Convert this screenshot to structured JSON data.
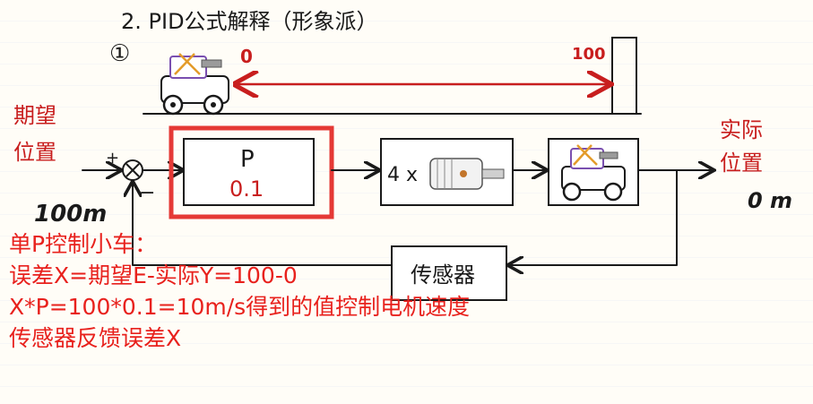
{
  "title": "2. PID公式解释（形象派）",
  "step_marker": "①",
  "track": {
    "start_label": "0",
    "end_label": "100"
  },
  "inputs": {
    "desired_label_line1": "期望",
    "desired_label_line2": "位置",
    "setpoint_value": "100m",
    "plus": "+",
    "minus": "−"
  },
  "blocks": {
    "p_block": {
      "name": "P",
      "value": "0.1"
    },
    "motor_block": {
      "gain": "4 x"
    },
    "sensor_block": {
      "label": "传感器"
    }
  },
  "outputs": {
    "actual_label_line1": "实际",
    "actual_label_line2": "位置",
    "actual_value": "0 m"
  },
  "notes": [
    "单P控制小车：",
    "误差X=期望E-实际Y=100-0",
    "X*P=100*0.1=10m/s得到的值控制电机速度",
    "传感器反馈误差X"
  ],
  "colors": {
    "ink": "#1a1a1a",
    "annotation_red": "#e8211d",
    "highlight_box": "#e53935",
    "car_accent": "#e39b2a",
    "car_purple": "#7a4fb0"
  }
}
